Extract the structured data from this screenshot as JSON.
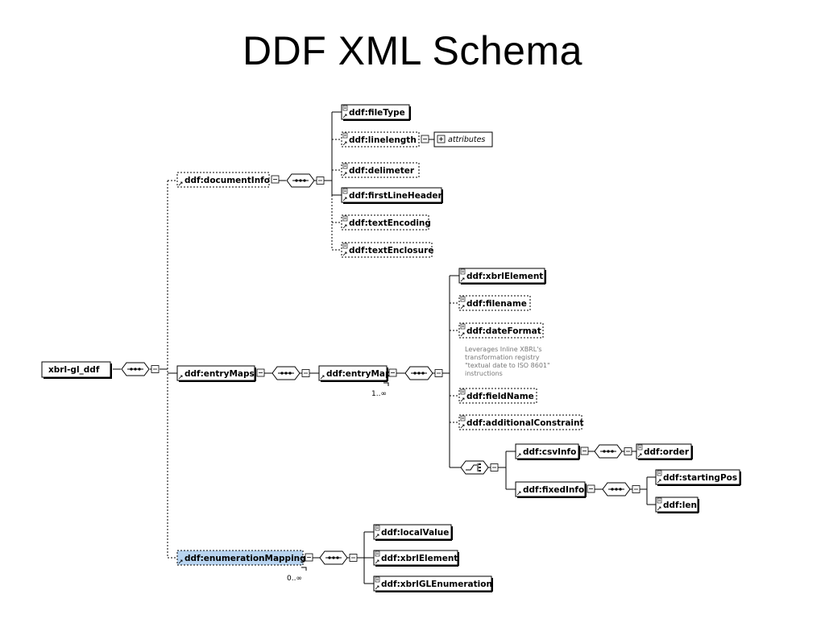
{
  "slide": {
    "title": "DDF XML Schema"
  },
  "diagram": {
    "root": "xbrl-gl_ddf",
    "documentInfo": {
      "label": "ddf:documentInfo",
      "children": [
        "ddf:fileType",
        "ddf:linelength",
        "ddf:delimeter",
        "ddf:firstLineHeader",
        "ddf:textEncoding",
        "ddf:textEnclosure"
      ],
      "attributes_label": "attributes"
    },
    "entryMaps": {
      "label": "ddf:entryMaps",
      "entryMap": {
        "label": "ddf:entryMap",
        "occurs": "1..∞",
        "children": [
          "ddf:xbrlElement",
          "ddf:filename",
          "ddf:dateFormat",
          "ddf:fieldName",
          "ddf:additionalConstraint"
        ],
        "dateFormat_annotation": [
          "Leverages Inline XBRL's",
          "transformation registry",
          "\"textual date to ISO 8601\"",
          "instructions"
        ],
        "choice": {
          "csvInfo": {
            "label": "ddf:csvInfo",
            "children": [
              "ddf:order"
            ]
          },
          "fixedInfo": {
            "label": "ddf:fixedInfo",
            "children": [
              "ddf:startingPos",
              "ddf:len"
            ]
          }
        }
      }
    },
    "enumerationMapping": {
      "label": "ddf:enumerationMapping",
      "occurs": "0..∞",
      "children": [
        "ddf:localValue",
        "ddf:xbrlElement",
        "ddf:xbrlGLEnumeration"
      ],
      "highlight_color": "#b8d4f0"
    }
  }
}
